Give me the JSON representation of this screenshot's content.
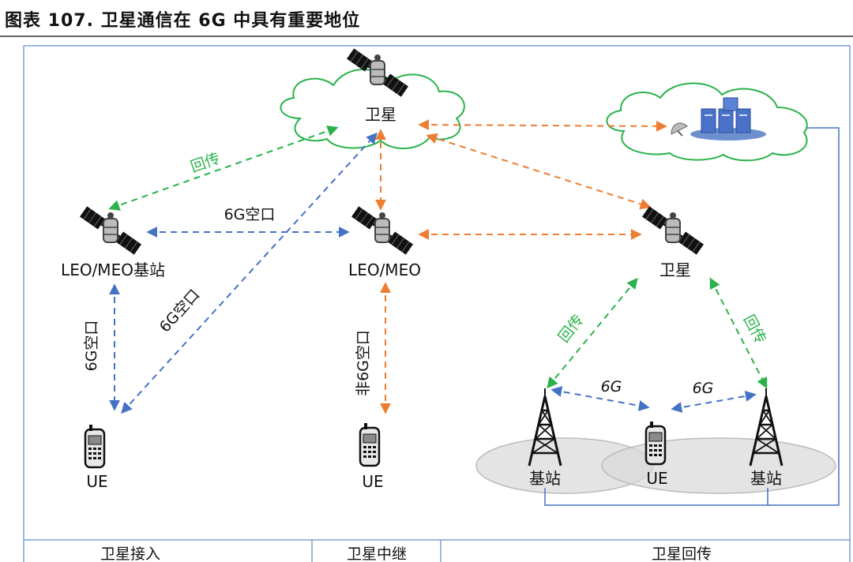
{
  "figure_title": "图表 107. 卫星通信在 6G 中具有重要地位",
  "nodes": {
    "top_satellite": "卫星",
    "leo_meo_base": "LEO/MEO基站",
    "leo_meo_mid": "LEO/MEO",
    "right_satellite": "卫星",
    "ue_left": "UE",
    "ue_mid": "UE",
    "ue_right": "UE",
    "base_station_left": "基站",
    "base_station_right": "基站"
  },
  "links": {
    "backhaul_top": "回传",
    "air_6g_top": "6G空口",
    "air_6g_diag": "6G空口",
    "air_6g_vertical": "6G空口",
    "air_non6g": "非6G空口",
    "backhaul_left": "回传",
    "backhaul_right": "回传",
    "six_g_left": "6G",
    "six_g_right": "6G"
  },
  "sections": {
    "access": "卫星接入",
    "relay": "卫星中继",
    "backhaul": "卫星回传"
  },
  "colors": {
    "blue": "#4472c4",
    "orange": "#ed7d31",
    "green": "#29b34a",
    "frame": "#7f9fd8"
  }
}
